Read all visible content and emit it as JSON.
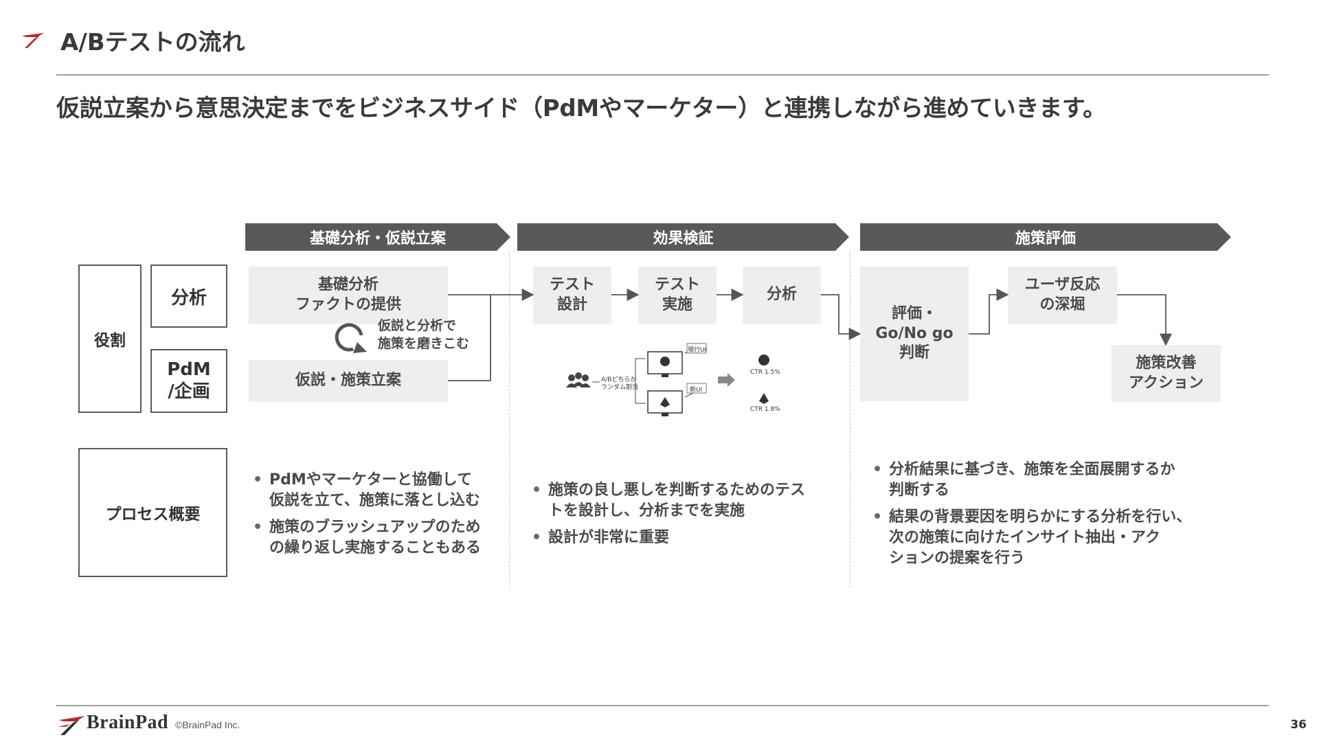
{
  "header": {
    "title": "A/Bテストの流れ",
    "subtitle": "仮説立案から意思決定までをビジネスサイド（PdMやマーケター）と連携しながら進めていきます。"
  },
  "phases": [
    {
      "label": "基礎分析・仮説立案"
    },
    {
      "label": "効果検証"
    },
    {
      "label": "施策評価"
    }
  ],
  "roles": {
    "label": "役割",
    "analysis": "分析",
    "pdm": "PdM\n/企画"
  },
  "process": {
    "label": "プロセス概要"
  },
  "phase1": {
    "box_analysis": "基礎分析\nファクトの提供",
    "cycle_note": "仮説と分析で\n施策を磨きこむ",
    "box_pdm": "仮説・施策立案",
    "bullets": [
      "PdMやマーケターと協働して\n仮説を立て、施策に落とし込む",
      "施策のブラッシュアップのため\nの繰り返し実施することもある"
    ]
  },
  "phase2": {
    "box_design": "テスト\n設計",
    "box_run": "テスト\n実施",
    "box_analysis": "分析",
    "illustration": {
      "split_label": "A/Bどちらか\nランダム割当",
      "current_ui": "現行UI",
      "new_ui": "新UI",
      "ctr_a": "CTR 1.5%",
      "ctr_b": "CTR 1.8%"
    },
    "bullets": [
      "施策の良し悪しを判断するためのテス\nトを設計し、分析までを実施",
      "設計が非常に重要"
    ]
  },
  "phase3": {
    "box_eval": "評価・\nGo/No go\n判断",
    "box_deep": "ユーザ反応\nの深堀",
    "box_action": "施策改善\nアクション",
    "bullets": [
      "分析結果に基づき、施策を全面展開するか\n判断する",
      "結果の背景要因を明らかにする分析を行い、\n次の施策に向けたインサイト抽出・アク\nションの提案を行う"
    ]
  },
  "footer": {
    "logo": "BrainPad",
    "copyright": "©BrainPad Inc.",
    "page": "36"
  },
  "colors": {
    "accent": "#c0262d",
    "phase_bar": "#595959",
    "box_fill": "#eeeeee"
  }
}
